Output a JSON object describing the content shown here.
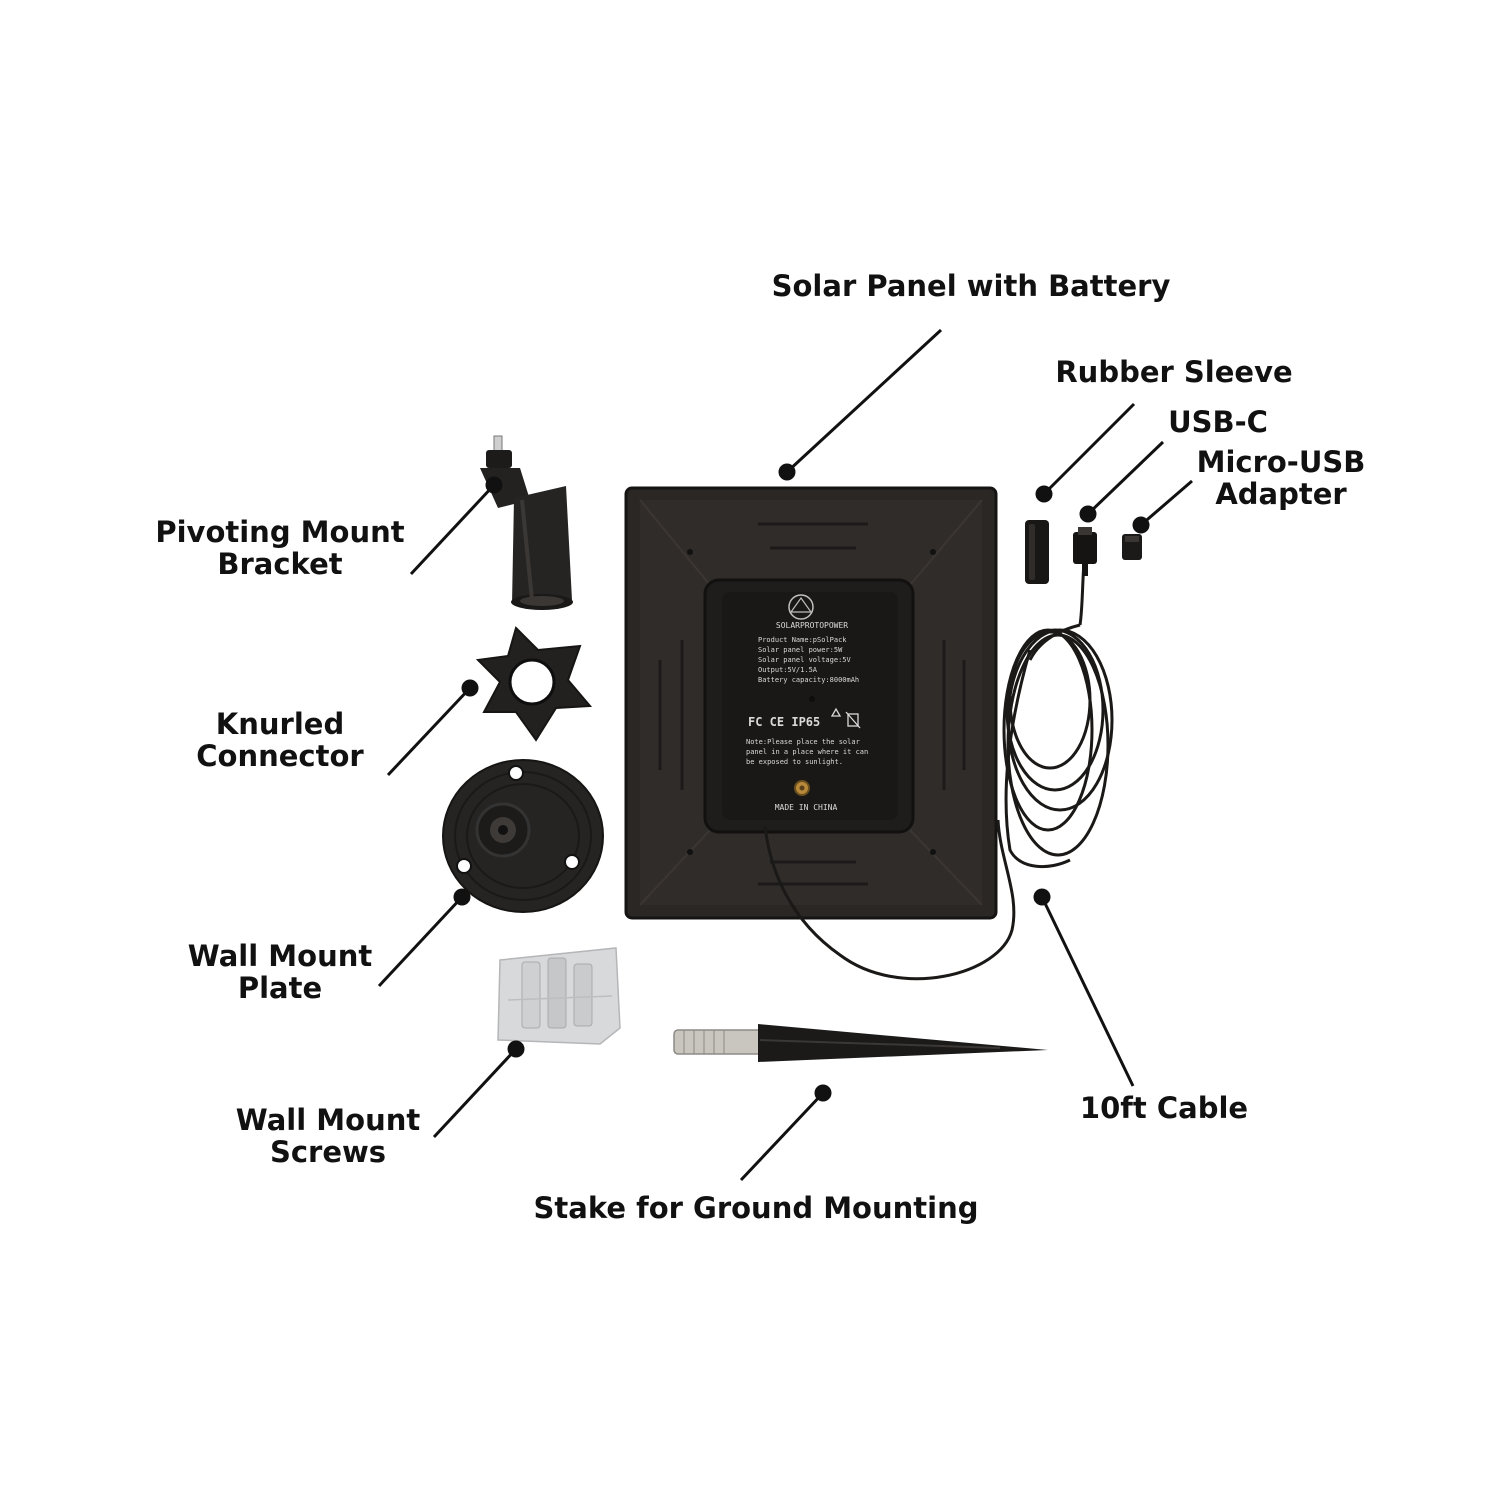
{
  "labels": {
    "solar_panel": "Solar Panel with Battery",
    "rubber_sleeve": "Rubber Sleeve",
    "usb_c": "USB-C",
    "micro_usb_line1": "Micro-USB",
    "micro_usb_line2": "Adapter",
    "pivoting_line1": "Pivoting Mount",
    "pivoting_line2": "Bracket",
    "knurled_line1": "Knurled",
    "knurled_line2": "Connector",
    "wall_plate_line1": "Wall Mount",
    "wall_plate_line2": "Plate",
    "wall_screws_line1": "Wall Mount",
    "wall_screws_line2": "Screws",
    "cable": "10ft Cable",
    "stake": "Stake for Ground Mounting"
  },
  "product_sticker": {
    "brand": "SOLARPROTOPOWER",
    "lines": [
      "Product Name:pSolPack",
      "Solar panel power:5W",
      "Solar panel voltage:5V",
      "Output:5V/1.5A",
      "Battery capacity:8000mAh"
    ],
    "cert": "FC CE IP65",
    "note_lines": [
      "Note:Please place the solar",
      "panel in a place where it can",
      "be exposed to sunlight."
    ],
    "made_in": "MADE IN CHINA"
  },
  "colors": {
    "text": "#111111",
    "panel": "#2a2725",
    "panel_edge": "#1b1918",
    "sticker": "#1a1817",
    "sticker_text": "#d9d9d9",
    "screw_bag": "#d8d9db"
  }
}
